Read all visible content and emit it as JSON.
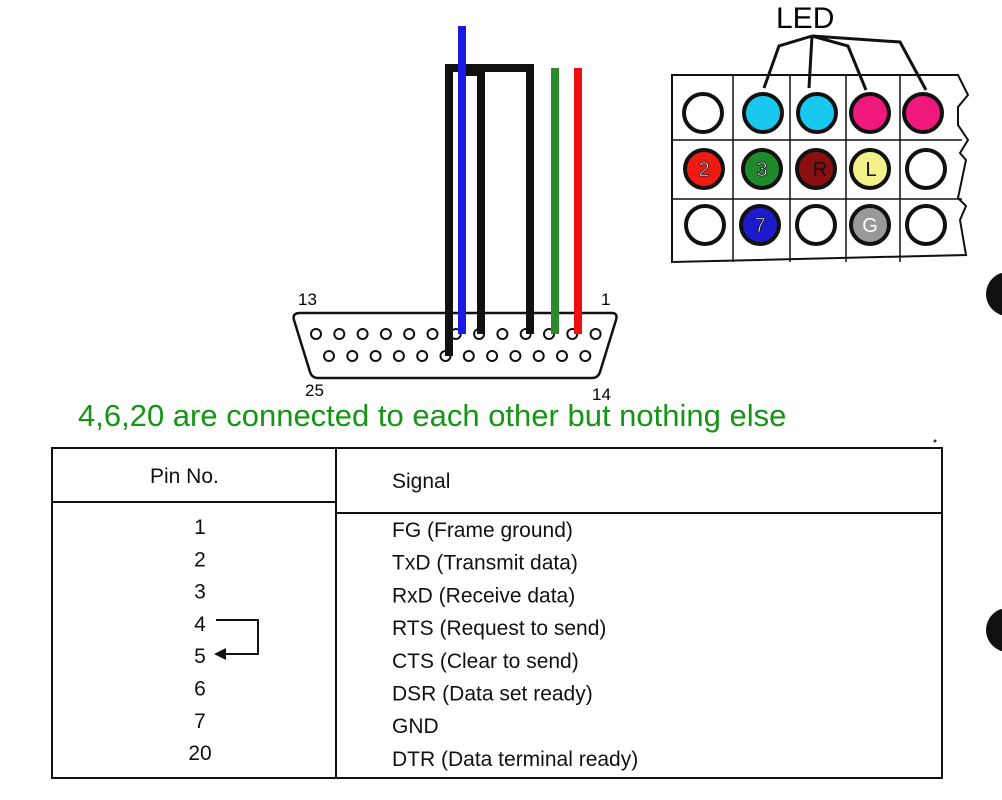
{
  "connector": {
    "pin_top_left": "13",
    "pin_top_right": "1",
    "pin_bottom_left": "25",
    "pin_bottom_right": "14"
  },
  "note": "4,6,20 are  connected to each other but nothing else",
  "led_label": "LED",
  "socket": {
    "labels": {
      "pin2": "2",
      "pin3": "3",
      "r": "R",
      "l": "L",
      "pin7": "7",
      "g": "G"
    },
    "colors": {
      "cyan": "#19c8ee",
      "magenta": "#f0187a",
      "red": "#ee1b14",
      "green": "#1f8a2c",
      "darkred": "#8a1010",
      "yellow": "#f4f08a",
      "blue": "#1b1bcc",
      "gray": "#999999"
    }
  },
  "wires": {
    "blue": "#1a1ae6",
    "green": "#2a8a2a",
    "red": "#ee1010",
    "black": "#111111"
  },
  "table": {
    "header_pin": "Pin No.",
    "header_signal": "Signal",
    "rows": [
      {
        "pin": "1",
        "signal": "FG (Frame ground)"
      },
      {
        "pin": "2",
        "signal": "TxD (Transmit data)"
      },
      {
        "pin": "3",
        "signal": "RxD (Receive data)"
      },
      {
        "pin": "4",
        "signal": "RTS (Request to send)"
      },
      {
        "pin": "5",
        "signal": "CTS (Clear to send)"
      },
      {
        "pin": "6",
        "signal": "DSR (Data set ready)"
      },
      {
        "pin": "7",
        "signal": "GND"
      },
      {
        "pin": "20",
        "signal": "DTR (Data terminal ready)"
      }
    ]
  }
}
